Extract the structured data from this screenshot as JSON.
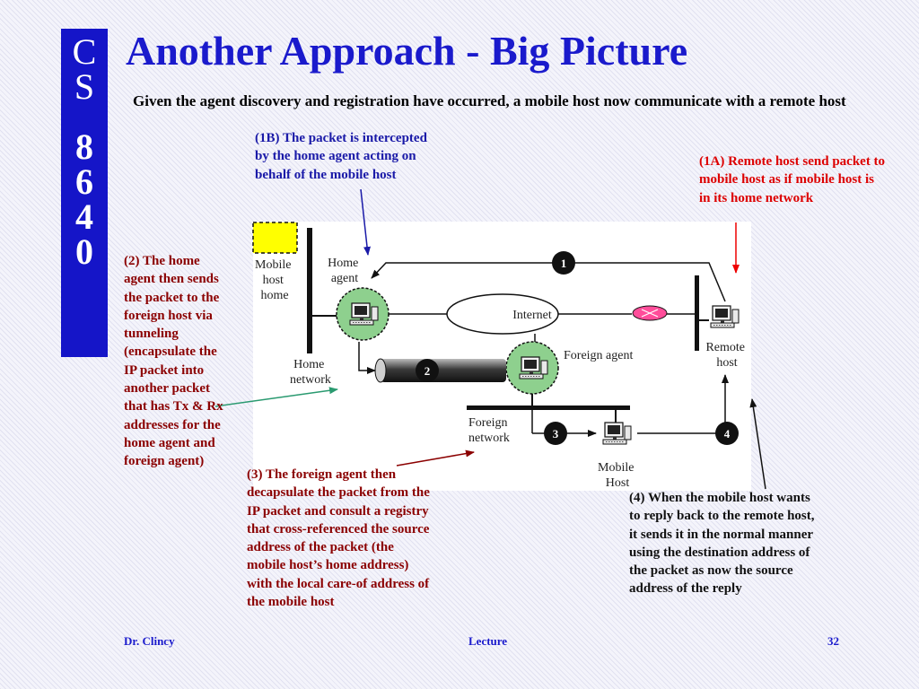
{
  "sidebar": {
    "line1": "C",
    "line2": "S",
    "line3": "8",
    "line4": "6",
    "line5": "4",
    "line6": "0"
  },
  "slide": {
    "title": "Another Approach - Big Picture",
    "intro": "Given the agent discovery and registration have occurred, a mobile host now communicate with a remote host"
  },
  "notes": {
    "step_1b": "(1B) The packet is intercepted by the home agent acting on behalf of the mobile host",
    "step_1a": "(1A) Remote host send packet to mobile host as if mobile host is in its home network",
    "step_2": "(2) The home agent then sends the packet to the foreign host via tunneling (encapsulate the IP packet into another packet that has Tx & Rx addresses for the home agent and foreign agent)",
    "step_3": "(3) The foreign agent then decapsulate the packet from the IP packet and consult a registry that cross-referenced the source address of the packet (the mobile host’s home address) with the local care-of address of the mobile host",
    "step_4": "(4) When the mobile host wants to reply back to the remote host, it sends it in the normal manner using the destination address of the packet as now the source address of the reply"
  },
  "diagram": {
    "mobile_host_home": [
      "Mobile",
      "host",
      "home"
    ],
    "home_agent": [
      "Home",
      "agent"
    ],
    "home_network": [
      "Home",
      "network"
    ],
    "internet": "Internet",
    "foreign_agent": "Foreign agent",
    "foreign_network": [
      "Foreign",
      "network"
    ],
    "mobile_host": [
      "Mobile",
      "Host"
    ],
    "remote_host": [
      "Remote",
      "host"
    ],
    "step_labels": [
      "1",
      "2",
      "3",
      "4"
    ]
  },
  "footer": {
    "author": "Dr. Clincy",
    "center": "Lecture",
    "page": "32"
  }
}
